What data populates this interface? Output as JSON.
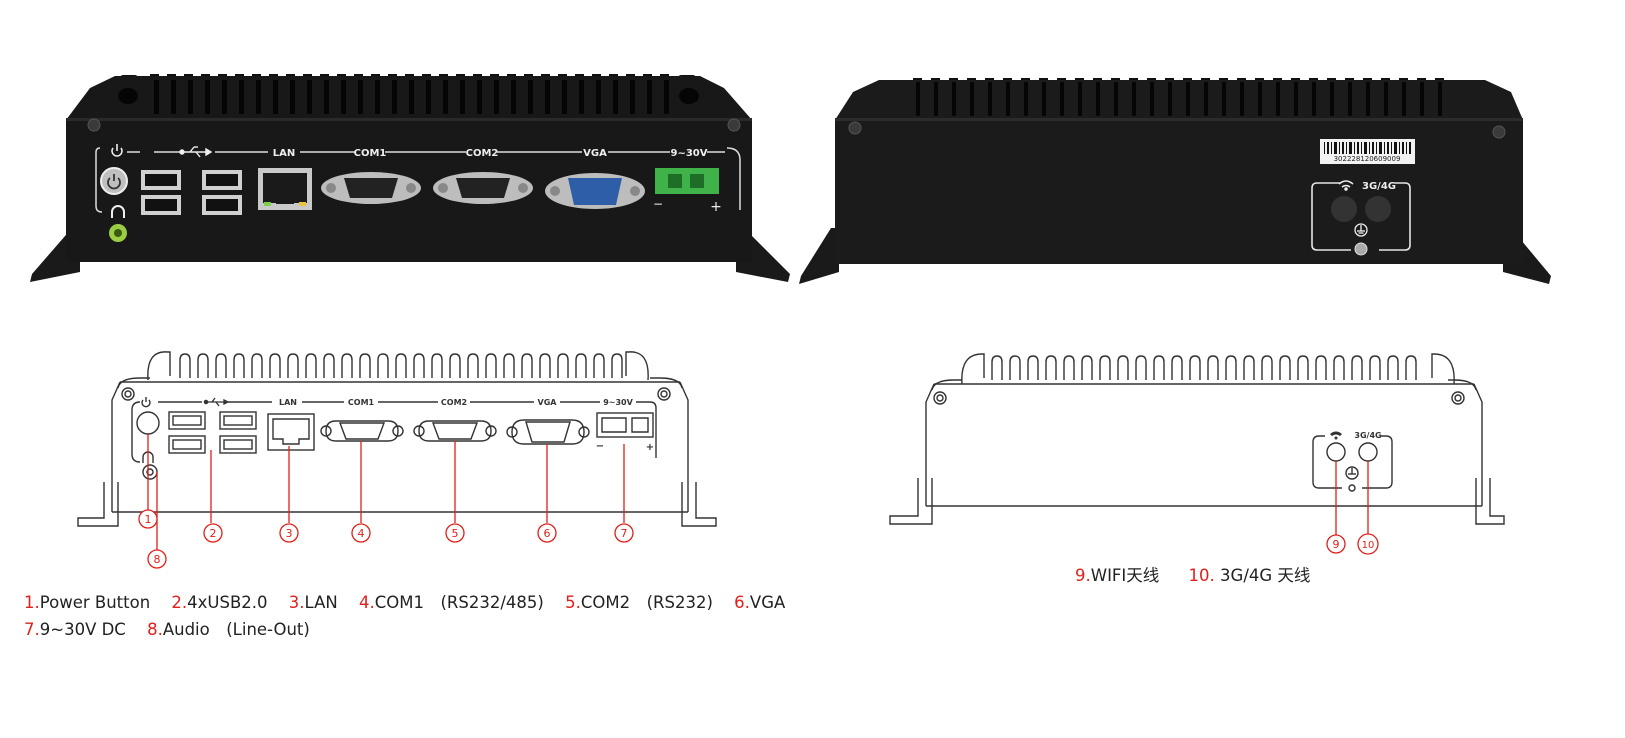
{
  "front_panel_labels": {
    "lan": "LAN",
    "com1": "COM1",
    "com2": "COM2",
    "vga": "VGA",
    "power_in": "9~30V",
    "minus": "−",
    "plus": "+"
  },
  "rear_panel_labels": {
    "cellular": "3G/4G",
    "barcode_number": "302228120609009"
  },
  "callouts_front": [
    "1",
    "2",
    "3",
    "4",
    "5",
    "6",
    "7",
    "8"
  ],
  "callouts_rear": [
    "9",
    "10"
  ],
  "legend_front": [
    {
      "num": "1.",
      "text": "Power Button"
    },
    {
      "num": "2.",
      "text": "4xUSB2.0"
    },
    {
      "num": "3.",
      "text": "LAN"
    },
    {
      "num": "4.",
      "text": "COM1　(RS232/485)"
    },
    {
      "num": "5.",
      "text": "COM2　(RS232)"
    },
    {
      "num": "6.",
      "text": "VGA"
    },
    {
      "num": "7.",
      "text": "9~30V DC"
    },
    {
      "num": "8.",
      "text": "Audio　(Line-Out)"
    }
  ],
  "legend_rear": [
    {
      "num": "9.",
      "text": "WIFI天线"
    },
    {
      "num": "10.",
      "text": " 3G/4G 天线"
    }
  ],
  "colors": {
    "callout_red": "#e0201b",
    "chassis_black": "#161616",
    "terminal_green": "#3fb34a",
    "vga_blue": "#2f5ea8",
    "audio_green": "#8cc43f",
    "drawing_line": "#333333"
  }
}
